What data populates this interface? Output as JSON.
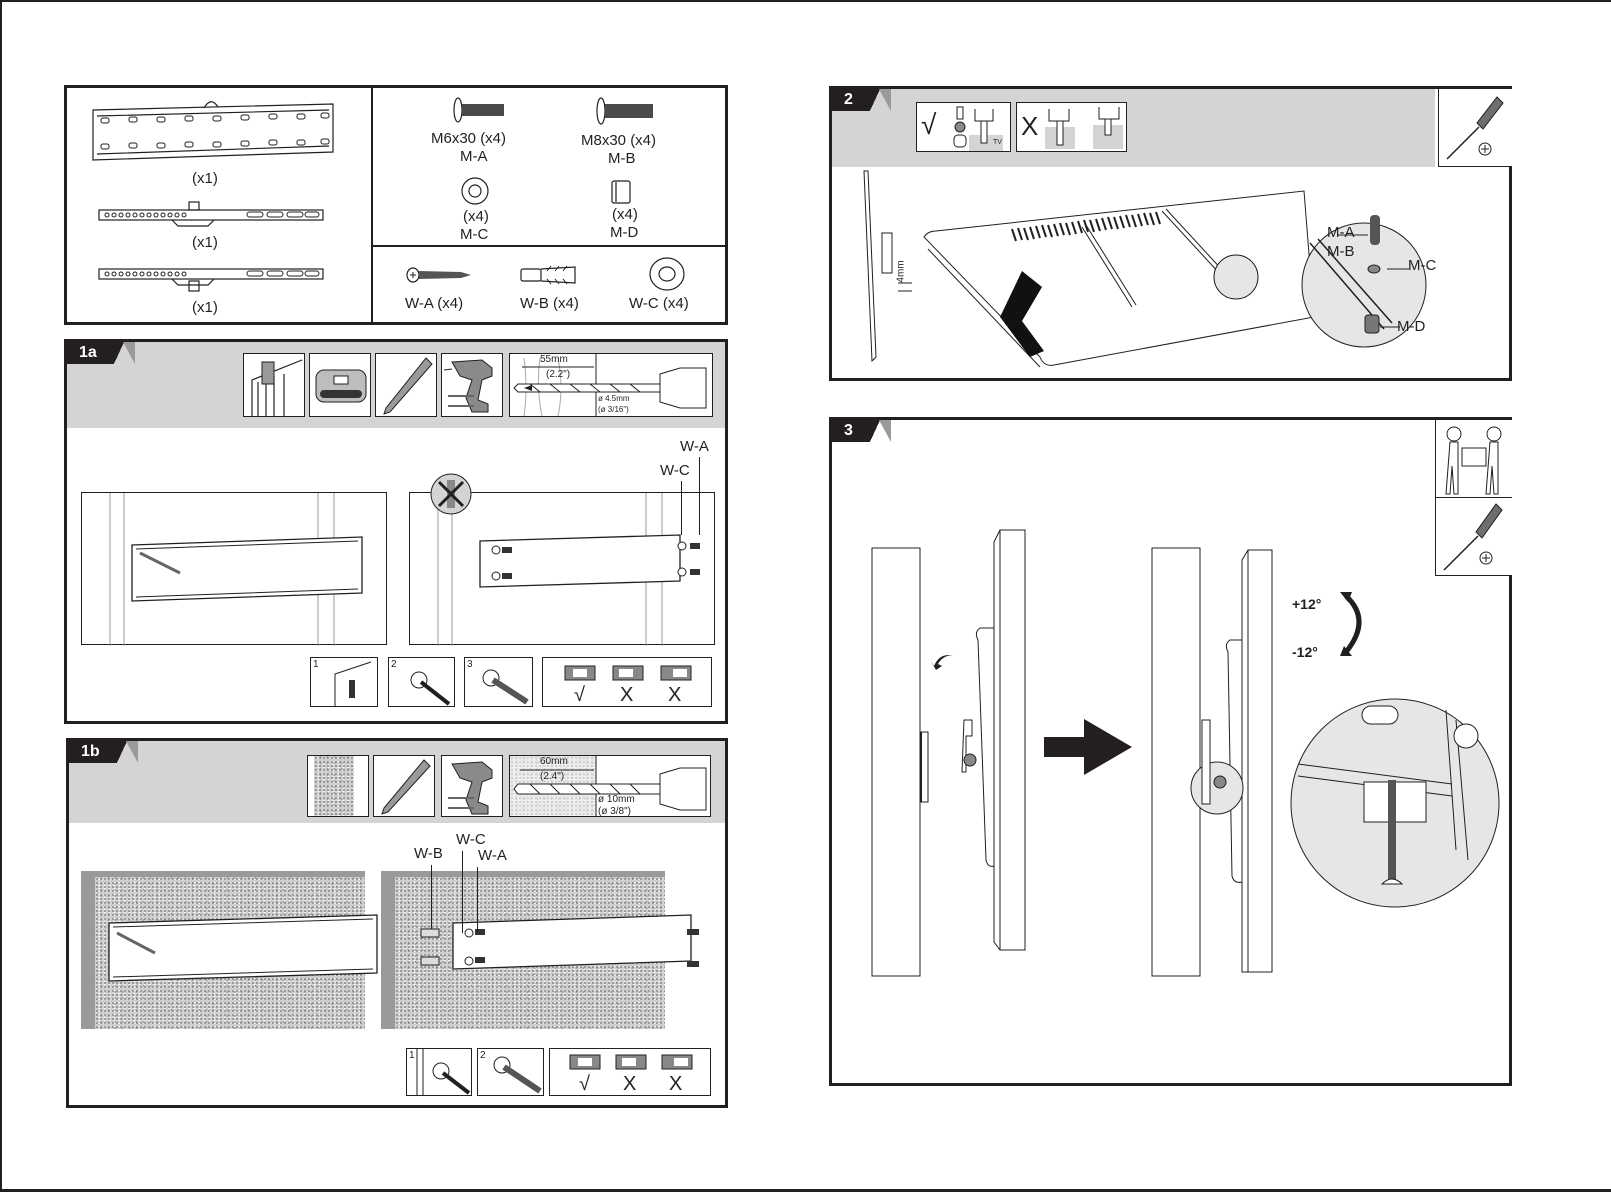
{
  "parts": {
    "brackets": [
      {
        "name": "wall-plate",
        "qty": "(x1)"
      },
      {
        "name": "tv-arm-left",
        "qty": "(x1)"
      },
      {
        "name": "tv-arm-right",
        "qty": "(x1)"
      }
    ],
    "tv_hardware": [
      {
        "spec": "M6x30 (x4)",
        "code": "M-A"
      },
      {
        "spec": "M8x30 (x4)",
        "code": "M-B"
      },
      {
        "spec": "(x4)",
        "code": "M-C"
      },
      {
        "spec": "(x4)",
        "code": "M-D"
      }
    ],
    "wall_hardware": [
      {
        "label": "W-A (x4)"
      },
      {
        "label": "W-B (x4)"
      },
      {
        "label": "W-C (x4)"
      }
    ]
  },
  "step_1a": {
    "tag": "1a",
    "drill": {
      "depth_mm": "55mm",
      "depth_in": "(2.2\")",
      "dia_mm": "ø 4.5mm",
      "dia_in": "(ø 3/16\")"
    },
    "callouts": {
      "wa": "W-A",
      "wc": "W-C"
    },
    "substeps": [
      "1",
      "2",
      "3"
    ],
    "level_marks": [
      "√",
      "X",
      "X"
    ]
  },
  "step_1b": {
    "tag": "1b",
    "drill": {
      "depth_mm": "60mm",
      "depth_in": "(2.4\")",
      "dia_mm": "ø 10mm",
      "dia_in": "(ø 3/8\")"
    },
    "callouts": {
      "wb": "W-B",
      "wc": "W-C",
      "wa": "W-A"
    },
    "substeps": [
      "1",
      "2"
    ],
    "level_marks": [
      "√",
      "X",
      "X"
    ]
  },
  "step_2": {
    "tag": "2",
    "correct_mark": "√",
    "wrong_mark": "X",
    "tv_label": "TV",
    "gap": "4mm",
    "callouts": {
      "ma": "M-A",
      "mb": "M-B",
      "mc": "M-C",
      "md": "M-D"
    }
  },
  "step_3": {
    "tag": "3",
    "tilt_up": "+12°",
    "tilt_down": "-12°"
  }
}
